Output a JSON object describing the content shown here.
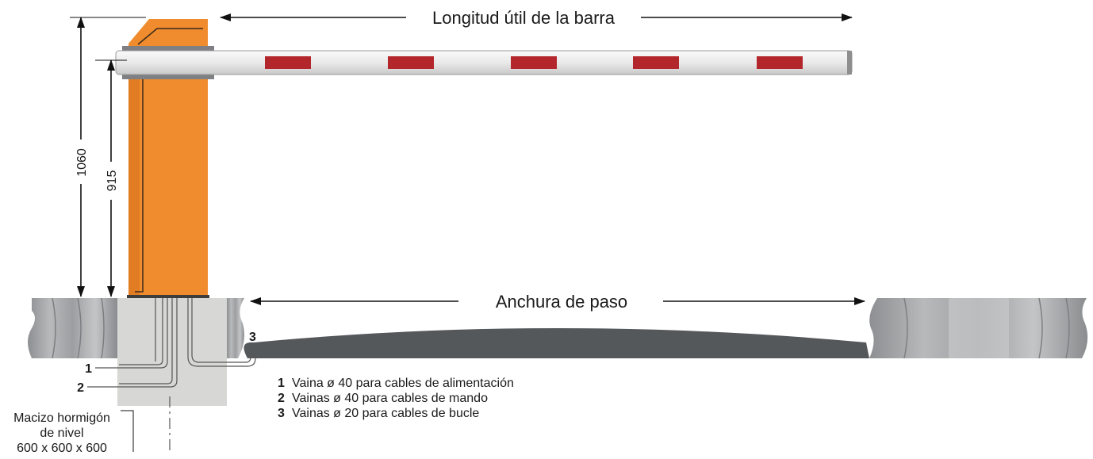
{
  "dimensions": {
    "barrier_length_label": "Longitud útil de la barra",
    "passage_width_label": "Anchura de paso",
    "total_height": "1060",
    "arm_height": "915"
  },
  "conduit_markers": [
    "1",
    "2",
    "3"
  ],
  "legend": [
    {
      "num": "1",
      "text": "Vaina ø 40 para cables de alimentación"
    },
    {
      "num": "2",
      "text": "Vainas ø 40 para cables de mando"
    },
    {
      "num": "3",
      "text": "Vainas ø 20 para cables de bucle"
    }
  ],
  "foundation": {
    "line1": "Macizo hormigón",
    "line2": "de nivel",
    "line3": "600 x 600 x 600"
  },
  "colors": {
    "cabinet": "#f08c2e",
    "cabinet_dark": "#d97620",
    "arm_stripe": "#b3262b",
    "curb": "#9ea0a3",
    "asphalt": "#55585b",
    "concrete": "#d7d7d5"
  }
}
